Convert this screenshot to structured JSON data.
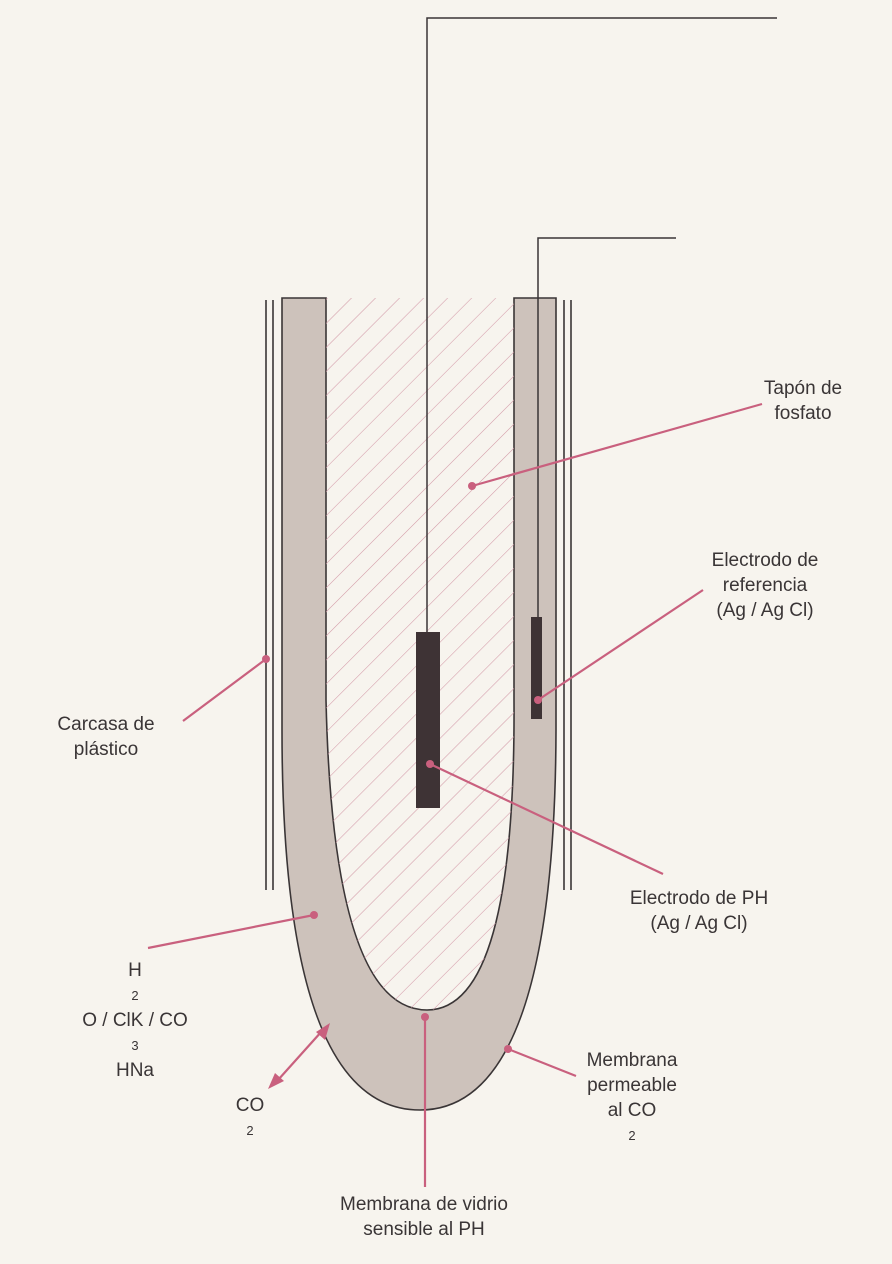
{
  "colors": {
    "background": "#f7f4ee",
    "solution": "#cdc2bb",
    "outline": "#3a3536",
    "leader": "#c9607e",
    "electrode": "#3e3335",
    "hatch": "#d39aa8"
  },
  "labels": {
    "tapon": [
      "Tapón de",
      "fosfato"
    ],
    "electrodo_ref": [
      "Electrodo de",
      "referencia",
      "(Ag / Ag Cl)"
    ],
    "carcasa": [
      "Carcasa de",
      "plástico"
    ],
    "electrodo_ph": [
      "Electrodo de PH",
      "(Ag / Ag Cl)"
    ],
    "solucion": {
      "p1": "H",
      "s1": "2",
      "p2": "O / ClK / CO",
      "s2": "3",
      "p3": "HNa"
    },
    "co2": {
      "p1": "CO",
      "s1": "2"
    },
    "membrana_permeable": {
      "l1": "Membrana",
      "l2": "permeable",
      "l3p": "al CO",
      "l3s": "2"
    },
    "membrana_vidrio": [
      "Membrana de vidrio",
      "sensible al PH"
    ]
  }
}
